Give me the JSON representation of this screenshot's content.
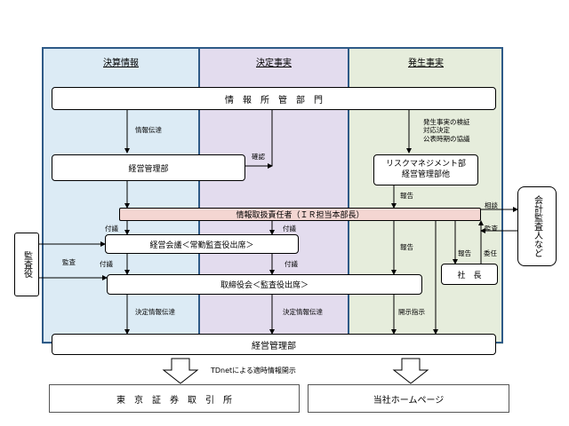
{
  "columns": {
    "col1": "決算情報",
    "col2": "決定事実",
    "col3": "発生事実"
  },
  "boxes": {
    "info_dept": "情　報　所　管　部　門",
    "mgmt_dept": "経営管理部",
    "risk_dept": "リスクマネジメント部\n経営管理部他",
    "ir_officer": "情報取扱責任者（ＩＲ担当本部長）",
    "exec_meeting": "経営会議＜常勤監査役出席＞",
    "board": "取締役会＜監査役出席＞",
    "president": "社　長",
    "mgmt_dept_bottom": "経営管理部",
    "auditor": "監査役",
    "accounting_auditor": "会計監査人など",
    "tse": "東　京　証　券　取　引　所",
    "homepage": "当社ホームページ"
  },
  "labels": {
    "info_transfer": "情報伝達",
    "confirm": "確認",
    "fact_verify": "発生事実の検証\n対応決定\n公表時期の協議",
    "report1": "報告",
    "consult": "相談",
    "audit_right": "監査",
    "submit1": "付議",
    "submit2": "付議",
    "audit_left": "監査",
    "submit3": "付議",
    "submit4": "付議",
    "report2": "報告",
    "report3": "報告",
    "delegate": "委任",
    "decision_info1": "決定情報伝達",
    "decision_info2": "決定情報伝達",
    "disclosure_instruct": "開示指示",
    "tdnet": "TDnetによる適時情報開示"
  },
  "colors": {
    "col1_bg": "#dcebf5",
    "col2_bg": "#e3dcee",
    "col3_bg": "#e6eddc",
    "ir_bar": "#f4d6d2",
    "border_blue": "#2e5a87"
  }
}
